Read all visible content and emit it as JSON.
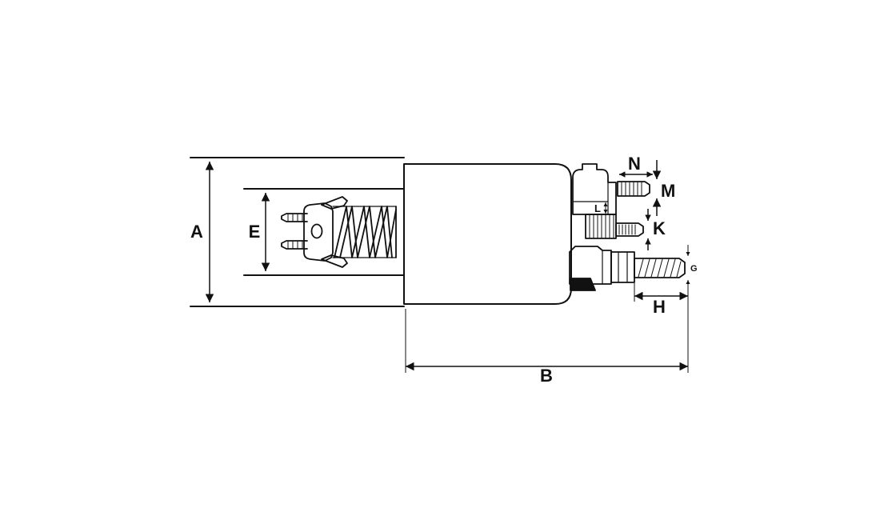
{
  "diagram": {
    "labels": {
      "A": "A",
      "B": "B",
      "E": "E",
      "G": "G",
      "H": "H",
      "K": "K",
      "L": "L",
      "M": "M",
      "N": "N"
    },
    "colors": {
      "line": "#111111",
      "background": "#ffffff"
    }
  }
}
